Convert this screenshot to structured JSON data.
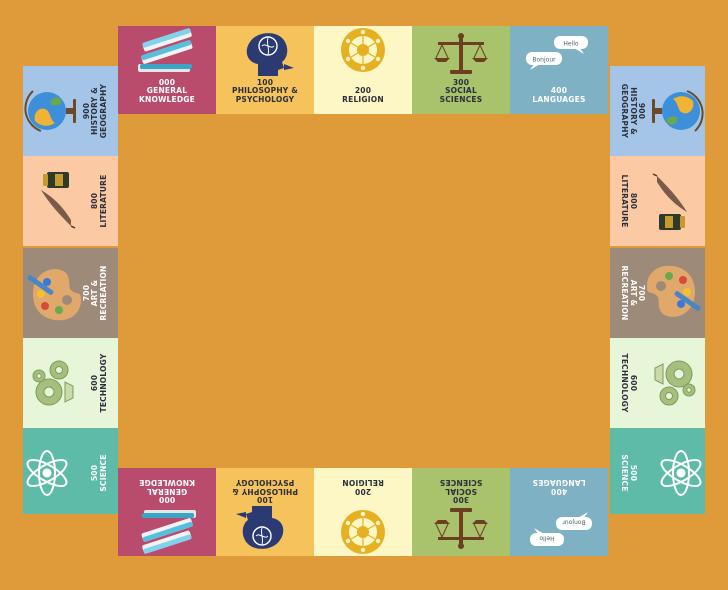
{
  "board": {
    "background": "#df9a3a"
  },
  "categories": {
    "general": {
      "number": "000",
      "line1": "GENERAL",
      "line2": "KNOWLEDGE",
      "color": "#b94c6c",
      "icon": "books-icon"
    },
    "philosophy": {
      "number": "100",
      "line1": "PHILOSOPHY &",
      "line2": "PSYCHOLOGY",
      "color": "#f6c25c",
      "icon": "head-brain-icon"
    },
    "religion": {
      "number": "200",
      "line1": "RELIGION",
      "line2": "",
      "color": "#fdf7c5",
      "icon": "religious-symbols-wheel-icon"
    },
    "social": {
      "number": "300",
      "line1": "SOCIAL",
      "line2": "SCIENCES",
      "color": "#a9c26c",
      "icon": "scales-icon"
    },
    "languages": {
      "number": "400",
      "line1": "LANGUAGES",
      "line2": "",
      "color": "#7fb1c4",
      "icon": "speech-bubbles-icon",
      "bubble1": "Hello",
      "bubble2": "Bonjour"
    },
    "science": {
      "number": "500",
      "line1": "SCIENCE",
      "line2": "",
      "color": "#5ebba8",
      "icon": "atom-icon"
    },
    "technology": {
      "number": "600",
      "line1": "TECHNOLOGY",
      "line2": "",
      "color": "#e7f6d9",
      "icon": "gears-icon"
    },
    "art": {
      "number": "700",
      "line1": "ART &",
      "line2": "RECREATION",
      "color": "#9e8a78",
      "icon": "palette-icon"
    },
    "literature": {
      "number": "800",
      "line1": "LITERATURE",
      "line2": "",
      "color": "#fbc9a4",
      "icon": "quill-inkwell-icon"
    },
    "history": {
      "number": "900",
      "line1": "HISTORY &",
      "line2": "GEOGRAPHY",
      "color": "#a5c5e8",
      "icon": "globe-icon"
    }
  }
}
